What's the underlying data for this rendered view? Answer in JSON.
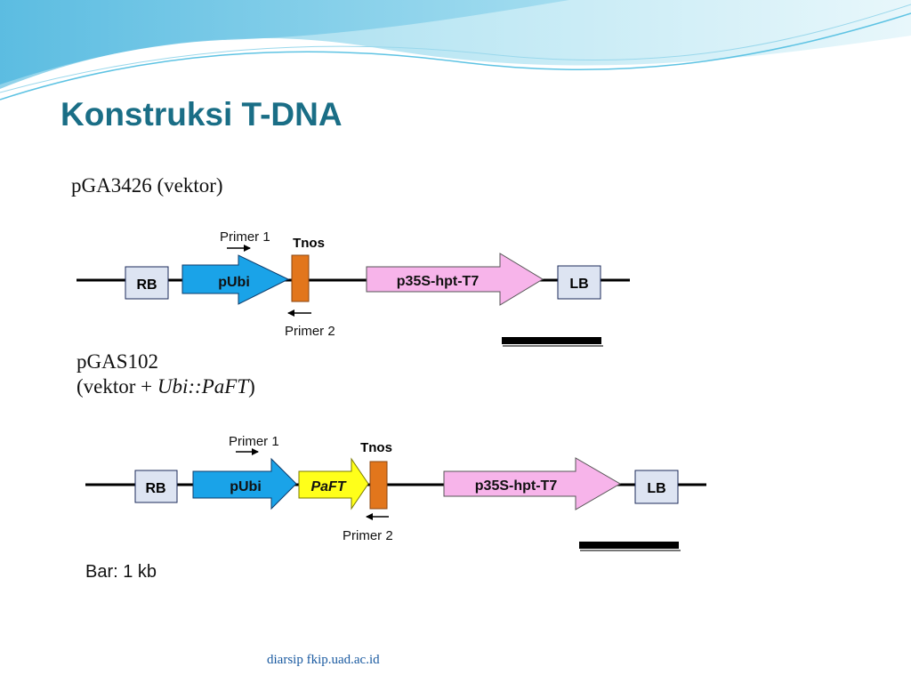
{
  "title": "Konstruksi T-DNA",
  "construct1": {
    "name": "pGA3426 (vektor)",
    "primer1": "Primer 1",
    "primer2": "Primer 2",
    "tnos": "Tnos",
    "rb": "RB",
    "promoter": "pUbi",
    "marker": "p35S-hpt-T7",
    "lb": "LB"
  },
  "construct2": {
    "name_line1": "pGAS102",
    "name_line2_prefix": "(vektor + ",
    "name_line2_italic": "Ubi::PaFT",
    "name_line2_suffix": ")",
    "primer1": "Primer 1",
    "primer2": "Primer 2",
    "tnos": "Tnos",
    "rb": "RB",
    "promoter": "pUbi",
    "gene": "PaFT",
    "marker": "p35S-hpt-T7",
    "lb": "LB"
  },
  "scale": {
    "label": "Bar: 1 kb"
  },
  "footer": "diarsip fkip.uad.ac.id",
  "colors": {
    "title": "#1a6e86",
    "promoter": "#1aa3e8",
    "marker": "#f7b4ea",
    "gene": "#ffff1a",
    "tnos": "#e2761c",
    "box_fill": "#dde4f2"
  }
}
